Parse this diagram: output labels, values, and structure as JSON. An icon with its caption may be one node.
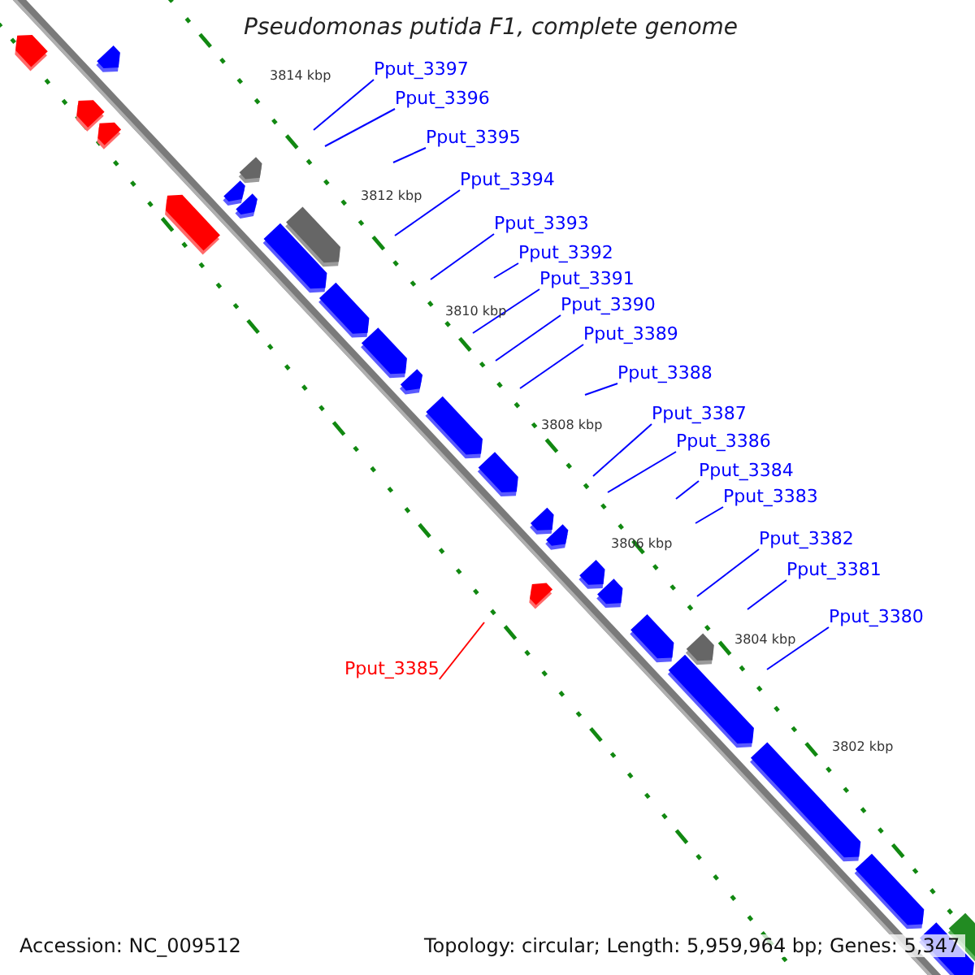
{
  "diagram": {
    "title": "Pseudomonas putida F1, complete genome",
    "nodes": [
      {
        "text": [
          "Pput_3397"
        ]
      },
      {
        "text": [
          "Pput_3396"
        ]
      },
      {
        "text": [
          "Pput_3395"
        ]
      },
      {
        "text": [
          "Pput_3394"
        ]
      },
      {
        "text": [
          "Pput_3393"
        ]
      },
      {
        "text": [
          "Pput_3392"
        ]
      },
      {
        "text": [
          "Pput_3391"
        ]
      },
      {
        "text": [
          "Pput_3390"
        ]
      },
      {
        "text": [
          "Pput_3389"
        ]
      },
      {
        "text": [
          "Pput_3388"
        ]
      },
      {
        "text": [
          "Pput_3387"
        ]
      },
      {
        "text": [
          "Pput_3386"
        ]
      },
      {
        "text": [
          "Pput_3384"
        ]
      },
      {
        "text": [
          "Pput_3383"
        ]
      },
      {
        "text": [
          "Pput_3382"
        ]
      },
      {
        "text": [
          "Pput_3381"
        ]
      },
      {
        "text": [
          "Pput_3380"
        ]
      },
      {
        "text": [
          "Pput_3385"
        ]
      }
    ],
    "edges": [
      {
        "from": 0,
        "to": null,
        "arrow": "none"
      },
      {
        "from": 1,
        "to": null,
        "arrow": "none"
      },
      {
        "from": 2,
        "to": null,
        "arrow": "none"
      },
      {
        "from": 3,
        "to": null,
        "arrow": "none"
      },
      {
        "from": 4,
        "to": null,
        "arrow": "none"
      },
      {
        "from": 5,
        "to": null,
        "arrow": "none"
      },
      {
        "from": 6,
        "to": null,
        "arrow": "none"
      },
      {
        "from": 7,
        "to": null,
        "arrow": "none"
      },
      {
        "from": 8,
        "to": null,
        "arrow": "none"
      },
      {
        "from": 9,
        "to": null,
        "arrow": "none"
      },
      {
        "from": 10,
        "to": null,
        "arrow": "none"
      },
      {
        "from": 11,
        "to": null,
        "arrow": "none"
      },
      {
        "from": 12,
        "to": null,
        "arrow": "none"
      },
      {
        "from": 13,
        "to": null,
        "arrow": "none"
      },
      {
        "from": 14,
        "to": null,
        "arrow": "none"
      },
      {
        "from": 15,
        "to": null,
        "arrow": "none"
      },
      {
        "from": 16,
        "to": null,
        "arrow": "none"
      },
      {
        "from": 17,
        "to": null,
        "arrow": "none",
        "color": "#ff0000"
      }
    ],
    "labels": [
      "3814 kbp",
      "3812 kbp",
      "3810 kbp",
      "3808 kbp",
      "3806 kbp",
      "3804 kbp",
      "3802 kbp",
      "Accession: NC_009512",
      "Topology: circular; Length: 5,959,964 bp; Genes: 5,347"
    ]
  }
}
